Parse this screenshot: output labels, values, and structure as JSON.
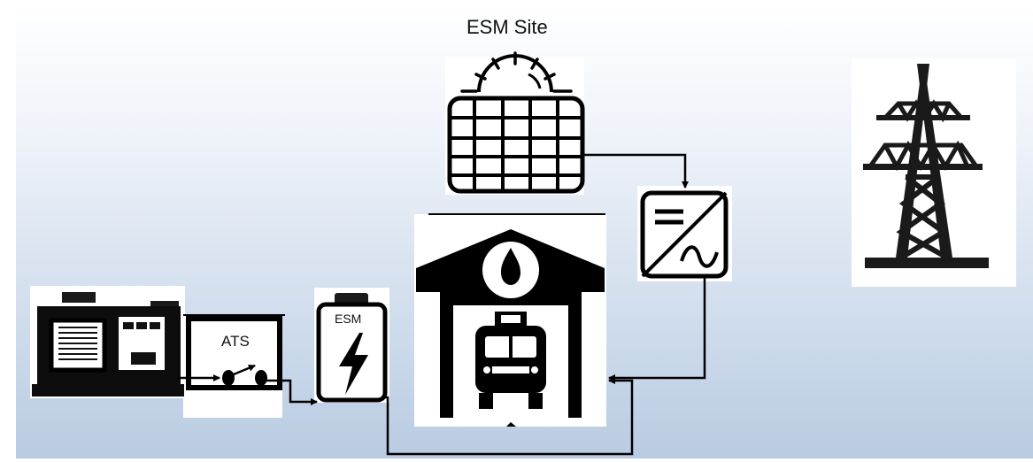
{
  "diagram": {
    "title": "ESM Site",
    "ats_label": "ATS",
    "esm_label": "ESM"
  },
  "icons": {
    "solar": "solar-panel-icon",
    "inverter": "inverter-icon",
    "tower": "power-tower-icon",
    "station": "fire-station-icon",
    "generator": "generator-icon",
    "ats": "ats-switch-icon",
    "battery": "battery-icon"
  }
}
